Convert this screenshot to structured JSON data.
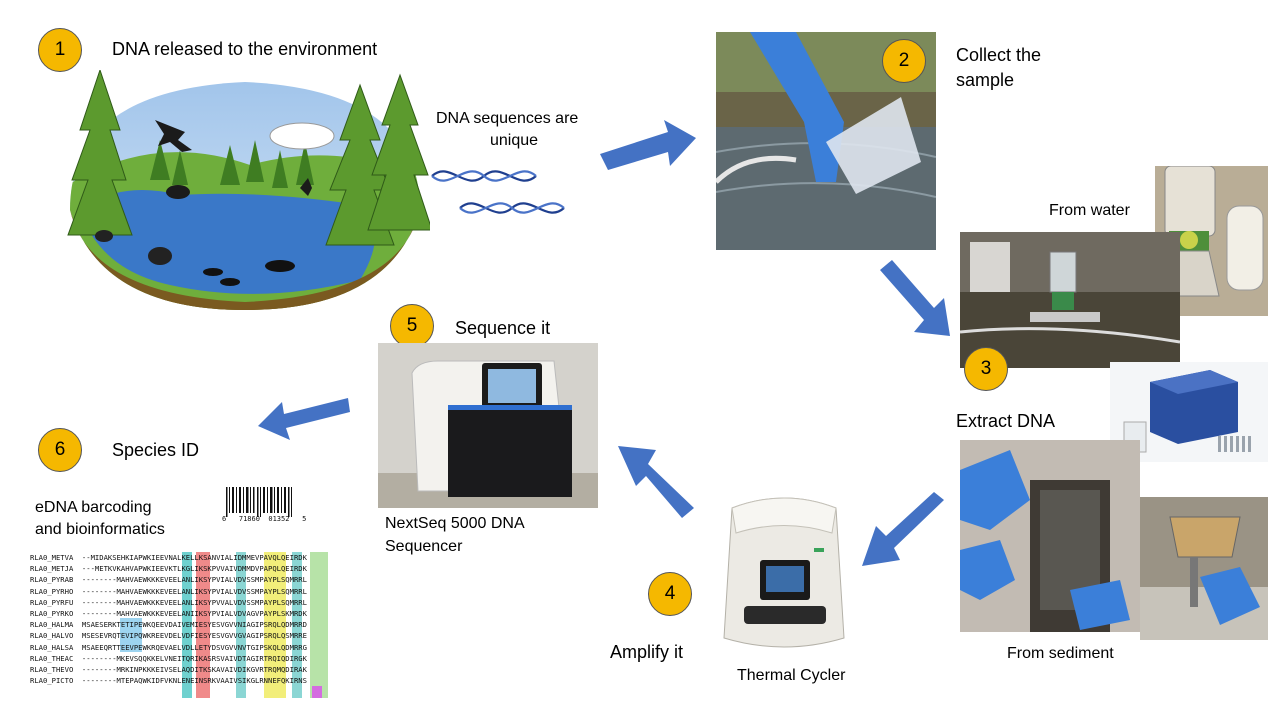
{
  "steps": {
    "s1": {
      "num": "1",
      "label": "DNA released to the environment"
    },
    "s2": {
      "num": "2",
      "label_line1": "Collect the",
      "label_line2": "sample"
    },
    "s3": {
      "num": "3",
      "label": "Extract DNA",
      "from_water": "From water",
      "from_sediment": "From sediment"
    },
    "s4": {
      "num": "4",
      "label": "Amplify  it",
      "device": "Thermal Cycler"
    },
    "s5": {
      "num": "5",
      "label": "Sequence  it",
      "device_line1": "NextSeq 5000 DNA",
      "device_line2": "Sequencer"
    },
    "s6": {
      "num": "6",
      "label": "Species ID",
      "sub_line1": "eDNA barcoding",
      "sub_line2": "and bioinformatics"
    }
  },
  "dna_note": {
    "line1": "DNA sequences are",
    "line2": "unique"
  },
  "barcode_digits": "6   71860  01352   5",
  "alignment": [
    "RLA0_METVA  --MIDAKSEHKIAPWKIEEVNALKELLKSANVIALIDMMEVPAVQLQEIRDK",
    "RLA0_METJA  ---METKVKAHVAPWKIEEVKTLKGLIKSKPVVAIVDMMDVPAPQLQEIRDK",
    "RLA0_PYRAB  --------MAHVAEWKKKEVEELANLIKSYPVIALVDVSSMPAYPLSQMRRL",
    "RLA0_PYRHO  --------MAHVAEWKKKEVEELANLIKSYPVIALVDVSSMPAYPLSQMRRL",
    "RLA0_PYRFU  --------MAHVAEWKKKEVEELANLIKSYPVVALVDVSSMPAYPLSQMRRL",
    "RLA0_PYRKO  --------MAHVAEWKKKEVEELANIIKSYPVIALVDVAGVPAYPLSKMRDK",
    "RLA0_HALMA  MSAESERKTETIPEWKQEEVDAIVEMIESYESVGVVNIAGIPSRQLQDMRRD",
    "RLA0_HALVO  MSESEVRQTEVIPQWKREEVDELVDFIESYESVGVVGVAGIPSRQLQSMRRE",
    "RLA0_HALSA  MSAEEQRTTEEVPEWKRQEVAELVDLLETYDSVGVVNVTGIPSKQLQDMRRG",
    "RLA0_THEAC  --------MKEVSQQKKELVNEITQRIKASRSVAIVDTAGIRTRQIQDIRGK",
    "RLA0_THEVO  --------MRKINPKKKEIVSELAQDITKSKAVAIVDIKGVRTRQMQDIRAK",
    "RLA0_PICTO  --------MTEPAQWKIDFVKNLENEINSRKVAAIVSIKGLRNNEFQKIRNS"
  ],
  "colors": {
    "badge": "#f5b800",
    "arrow": "#4472c4",
    "glove": "#3b7fd9",
    "water": "#3a78c8",
    "grass": "#6fae3c",
    "soil": "#8a6a2a"
  }
}
